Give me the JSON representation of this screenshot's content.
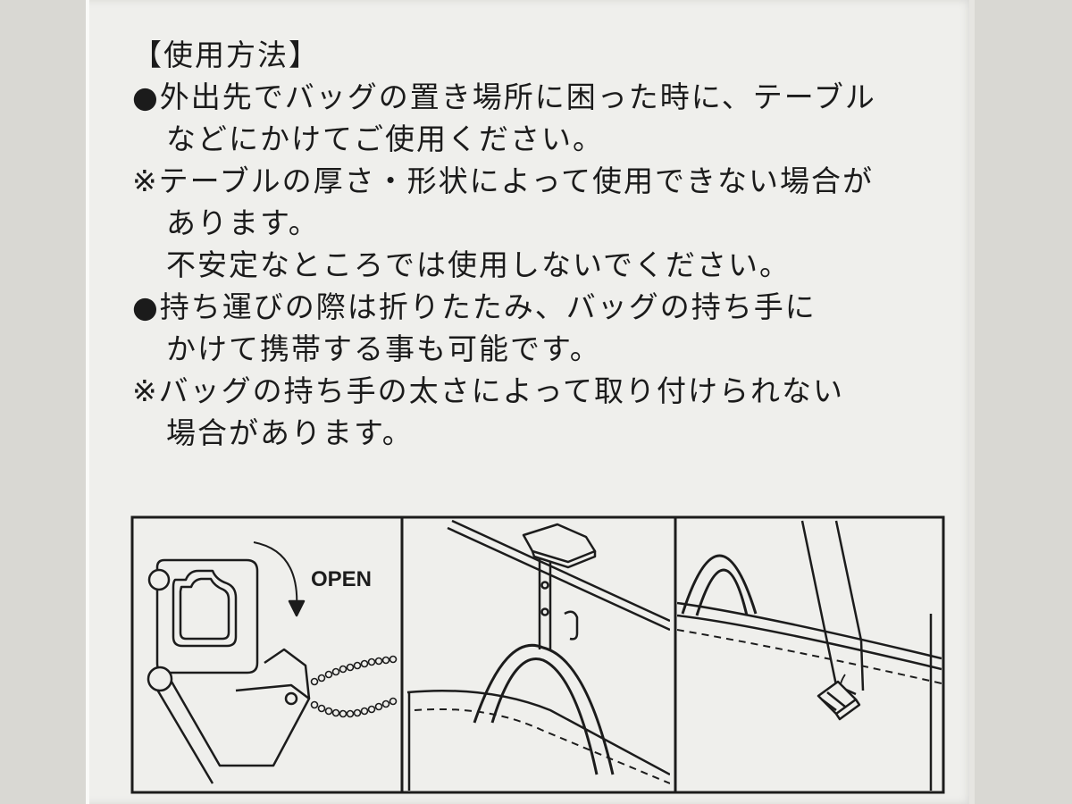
{
  "instructions": {
    "heading": "【使用方法】",
    "lines": [
      "●外出先でバッグの置き場所に困った時に、テーブル",
      "などにかけてご使用ください。",
      "※テーブルの厚さ・形状によって使用できない場合が",
      "あります。",
      "不安定なところでは使用しないでください。",
      "●持ち運びの際は折りたたみ、バッグの持ち手に",
      "かけて携帯する事も可能です。",
      "※バッグの持ち手の太さによって取り付けられない",
      "場合があります。"
    ]
  },
  "illustration": {
    "open_label": "OPEN",
    "panels": [
      "folded-hook-panel",
      "table-hanging-panel",
      "bag-handle-panel"
    ],
    "line_color": "#1c1c1c",
    "background_color": "#efefec"
  }
}
